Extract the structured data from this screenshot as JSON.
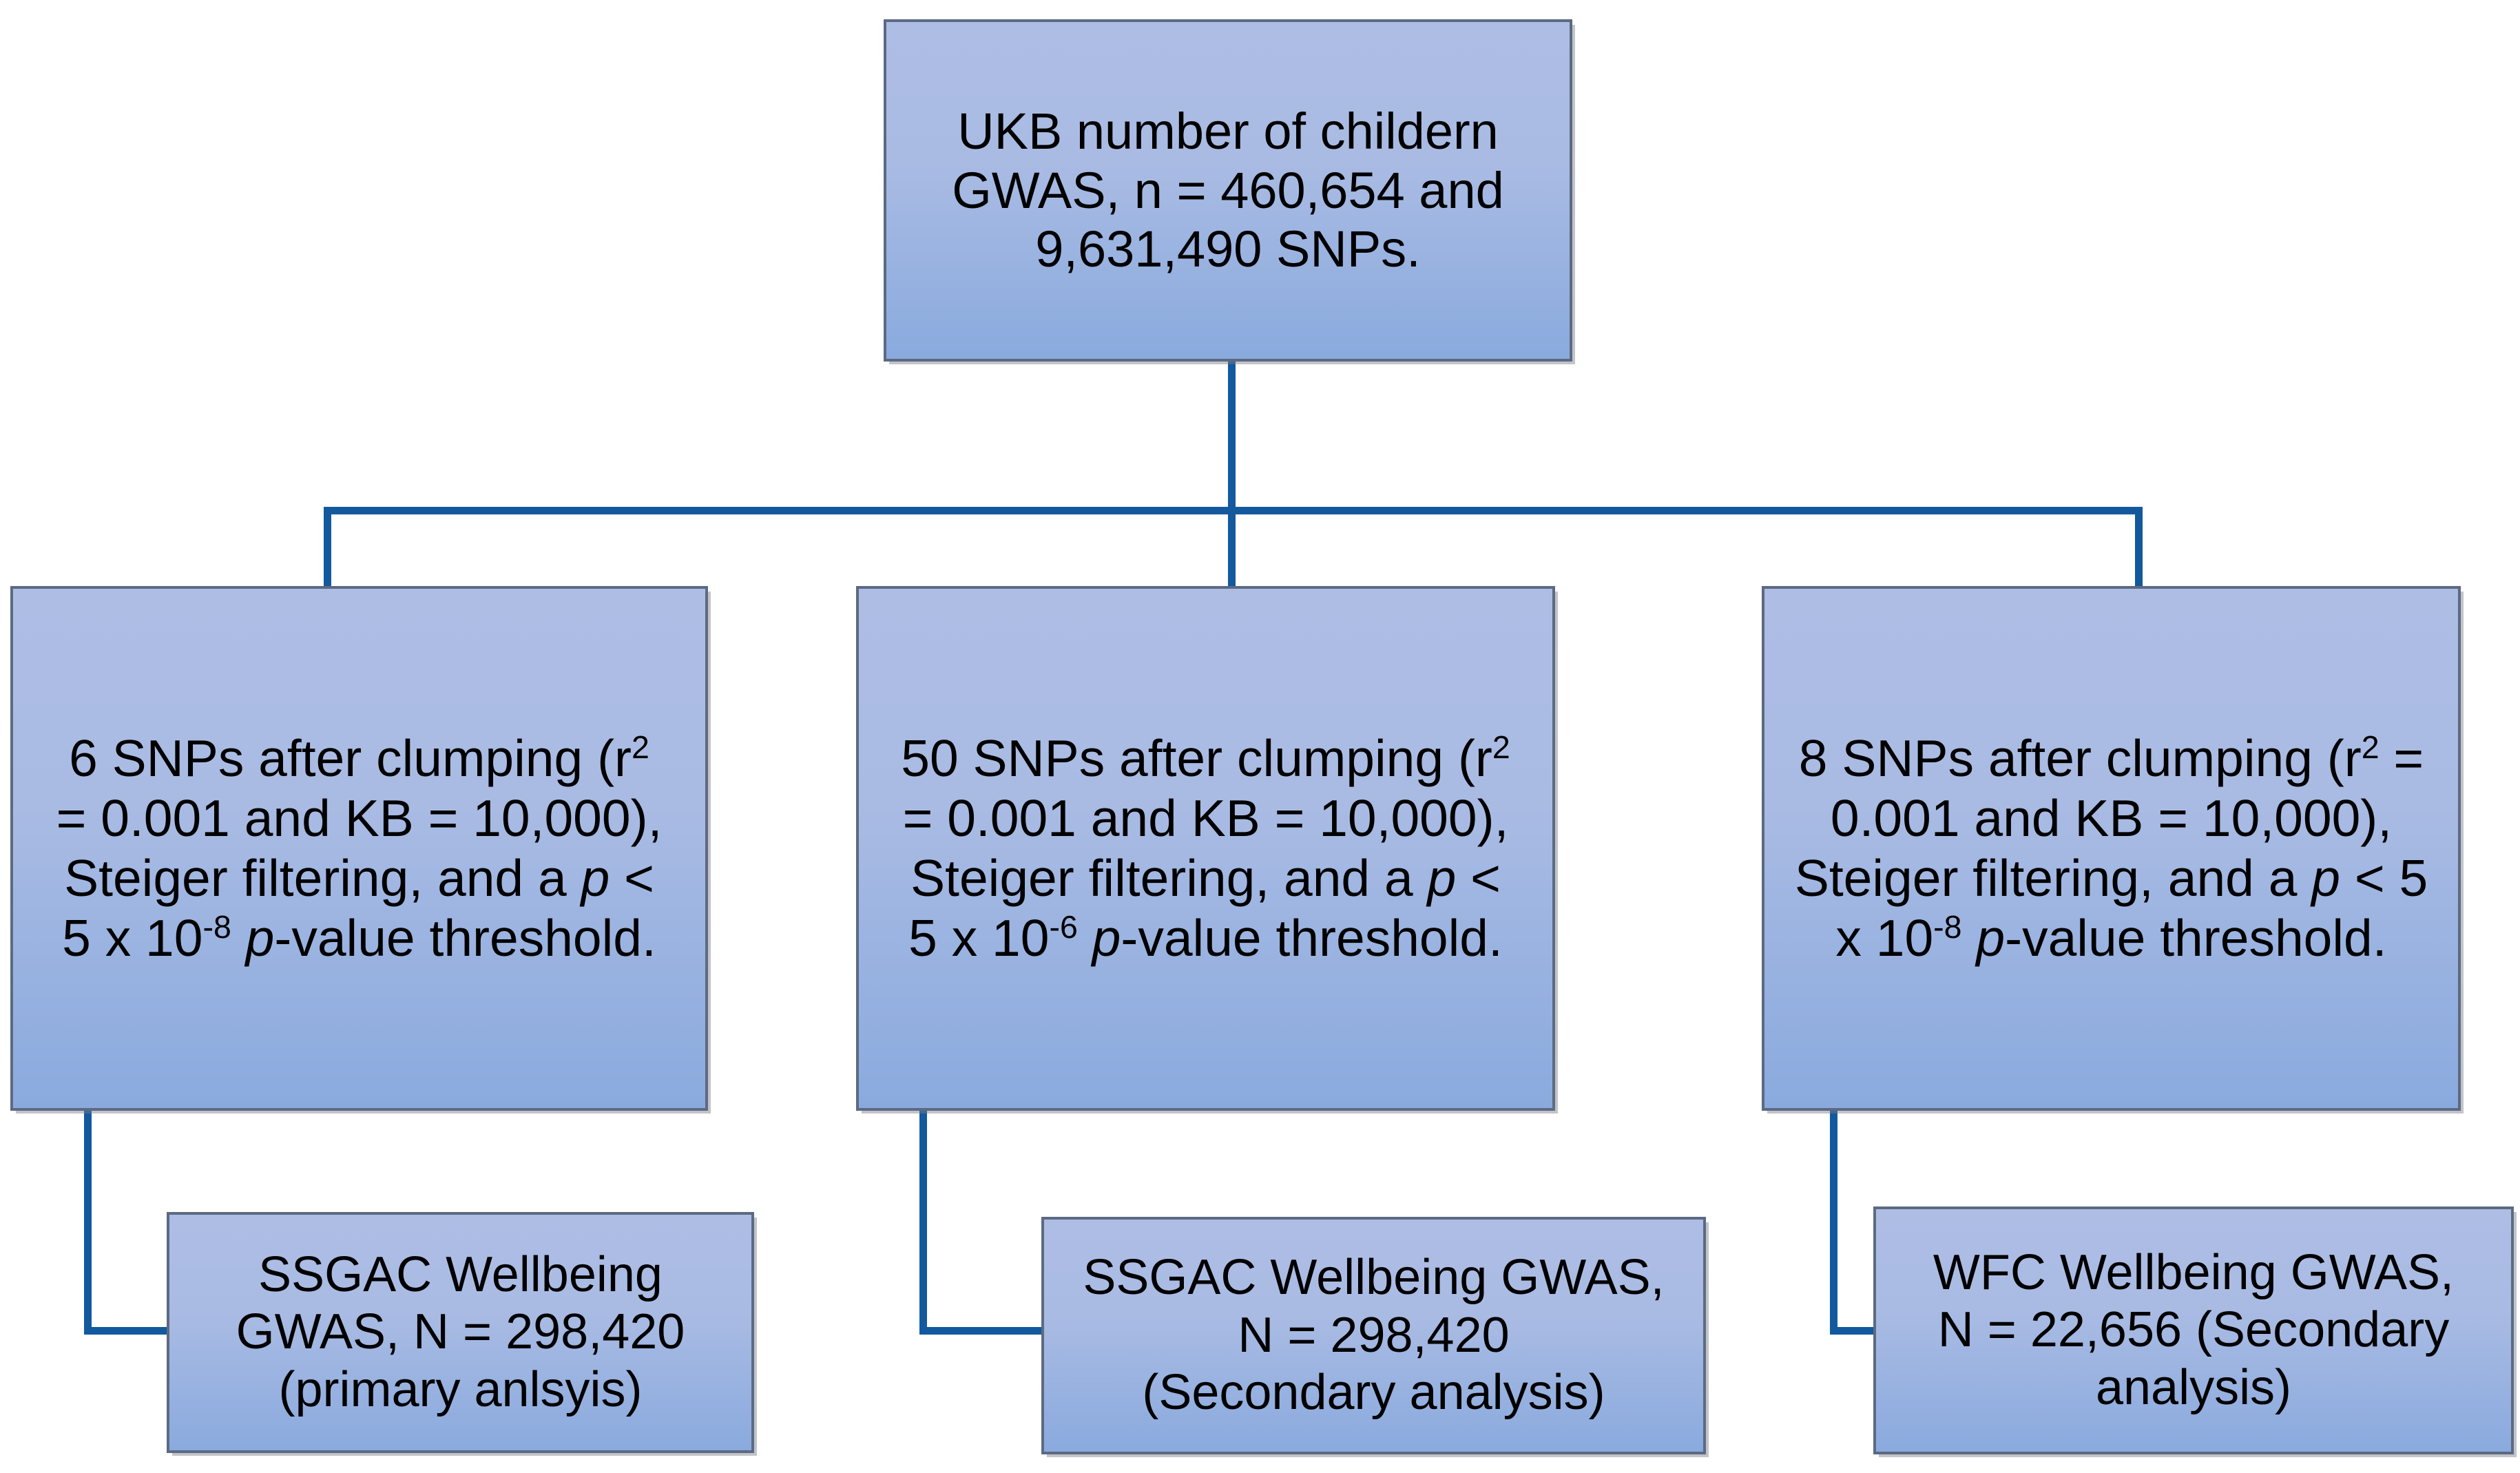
{
  "diagram": {
    "title": "UKB number of children GWAS Mendelian randomisation instrument selection flowchart",
    "colors": {
      "node_fill_top": "#aebde4",
      "node_fill_bottom": "#8aaade",
      "node_border": "#5c6a82",
      "connector": "#12599e",
      "background": "#ffffff",
      "text": "#000000"
    },
    "nodes": {
      "root": {
        "id": "root",
        "line1": "UKB number of childern",
        "line2": "GWAS, n = 460,654 and",
        "line3": "9,631,490 SNPs."
      },
      "branch_primary": {
        "id": "branch-primary",
        "line1_a": "6 SNPs after clumping (r",
        "line1_sup": "2",
        "line2": "= 0.001 and KB = 10,000),",
        "line3_a": "Steiger filtering, and a ",
        "line3_italic": "p",
        "line3_b": " <",
        "line4_a": "5 x 10",
        "line4_sup": "-8",
        "line4_italic": " p",
        "line4_b": "-value threshold."
      },
      "branch_secondary": {
        "id": "branch-secondary",
        "line1_a": "50 SNPs after clumping (r",
        "line1_sup": "2",
        "line2": "= 0.001 and KB = 10,000),",
        "line3_a": "Steiger filtering, and a ",
        "line3_italic": "p",
        "line3_b": " <",
        "line4_a": "5 x 10",
        "line4_sup": "-6",
        "line4_italic": " p",
        "line4_b": "-value threshold."
      },
      "branch_tertiary": {
        "id": "branch-tertiary",
        "line1_a": "8 SNPs after clumping (r",
        "line1_sup": "2",
        "line1_b": " =",
        "line2": "0.001 and KB = 10,000),",
        "line3_a": "Steiger filtering, and a ",
        "line3_italic": "p",
        "line3_b": " < 5",
        "line4_a": "x 10",
        "line4_sup": "-8",
        "line4_italic": " p",
        "line4_b": "-value threshold."
      },
      "outcome_1": {
        "id": "outcome-1",
        "line1": "SSGAC Wellbeing",
        "line2": "GWAS, N =  298,420",
        "line3": "(primary anlsyis)"
      },
      "outcome_2": {
        "id": "outcome-2",
        "line1": "SSGAC Wellbeing GWAS,",
        "line2": "N =  298,420",
        "line3": "(Secondary analysis)"
      },
      "outcome_3": {
        "id": "outcome-3",
        "line1": "WFC Wellbeing GWAS,",
        "line2": "N = 22,656  (Secondary",
        "line3": "analysis)"
      }
    },
    "edges": [
      {
        "from": "root",
        "to": "branch-primary"
      },
      {
        "from": "root",
        "to": "branch-secondary"
      },
      {
        "from": "root",
        "to": "branch-tertiary"
      },
      {
        "from": "branch-primary",
        "to": "outcome-1"
      },
      {
        "from": "branch-secondary",
        "to": "outcome-2"
      },
      {
        "from": "branch-tertiary",
        "to": "outcome-3"
      }
    ]
  }
}
